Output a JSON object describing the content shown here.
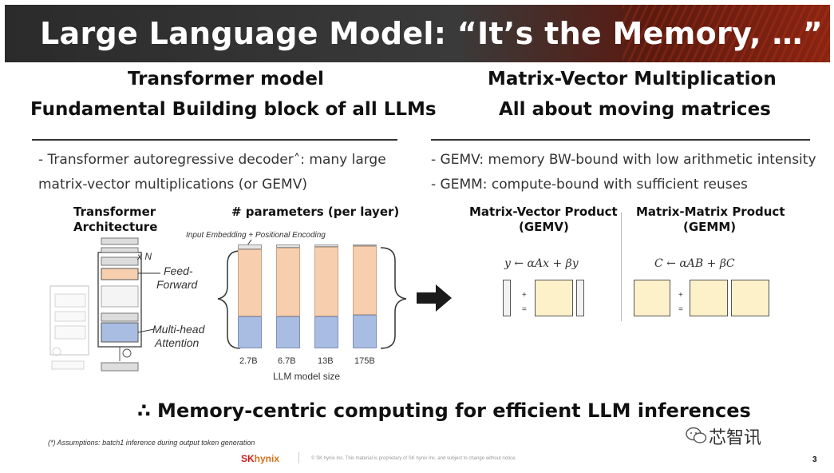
{
  "title": "Large Language Model: “It’s the Memory, …”",
  "left": {
    "heading_line1": "Transformer model",
    "heading_line2": "Fundamental Building block of all LLMs",
    "bullet_line1": "- Transformer autoregressive decoder˄: many large",
    "bullet_line2": "matrix-vector multiplications (or GEMV)",
    "arch_title_line1": "Transformer",
    "arch_title_line2": "Architecture",
    "params_title": "# parameters (per layer)",
    "embedding_label": "Input Embedding + Positional Encoding",
    "repeat_label": "x N",
    "ff_line1": "Feed-",
    "ff_line2": "Forward",
    "mha_line1": "Multi-head",
    "mha_line2": "Attention",
    "xlabel": "LLM model size",
    "sizes": [
      "2.7B",
      "6.7B",
      "13B",
      "175B"
    ]
  },
  "right": {
    "heading_line1": "Matrix-Vector Multiplication",
    "heading_line2": "All about moving matrices",
    "bullet1": "- GEMV: memory BW-bound with low arithmetic intensity",
    "bullet2": "- GEMM: compute-bound with sufficient reuses",
    "gemv_title_line1": "Matrix-Vector Product",
    "gemv_title_line2": "(GEMV)",
    "gemm_title_line1": "Matrix-Matrix Product",
    "gemm_title_line2": "(GEMM)",
    "gemv_formula": "y ← αAx + βy",
    "gemm_formula": "C ← αAB + βC",
    "plus": "+",
    "equals": "="
  },
  "conclusion": "∴ Memory-centric computing for efficient LLM inferences",
  "footnote": "(*) Assumptions: batch1 inference during output token generation",
  "logo_sk": "SK",
  "logo_hynix": "hynix",
  "copyright": "© SK hynix Inc. This material is proprietary of SK hynix Inc. and subject to change without notice.",
  "page_number": "3",
  "watermark": "芯智讯",
  "colors": {
    "attention_fill": "#a9bde3",
    "ffn_fill": "#f7cfae",
    "gemm_matrix_fill": "#fdf1c9"
  }
}
